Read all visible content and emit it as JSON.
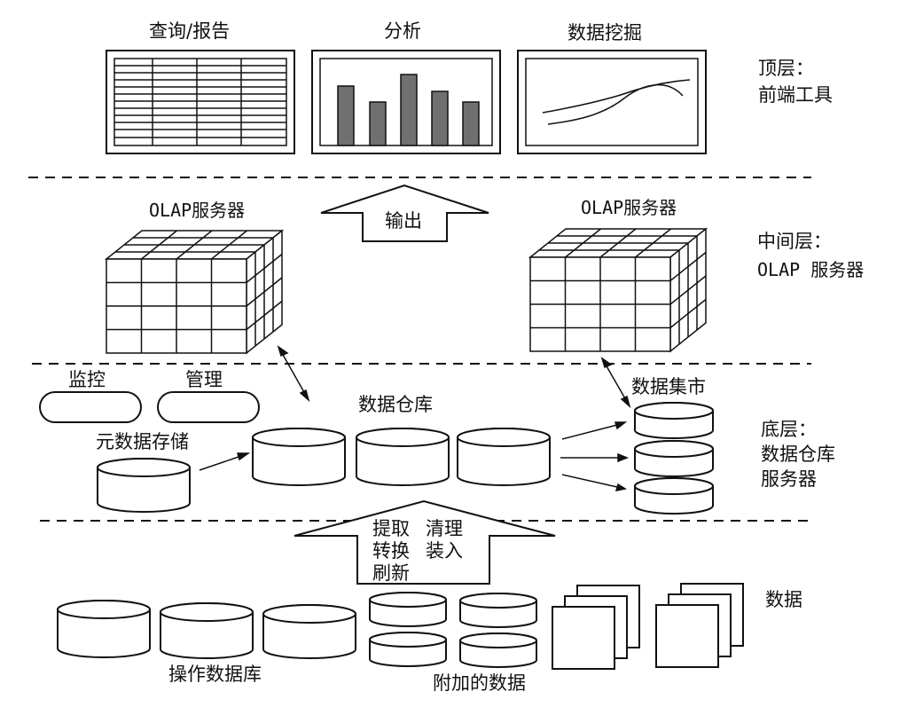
{
  "top_layer": {
    "panels": {
      "query": "查询/报告",
      "analysis": "分析",
      "mining": "数据挖掘"
    },
    "side_label": [
      "顶层：",
      "前端工具"
    ]
  },
  "middle_layer": {
    "olap_left": "OLAP服务器",
    "olap_right": "OLAP服务器",
    "output_arrow": "输出",
    "side_label": [
      "中间层：",
      "OLAP 服务器"
    ]
  },
  "bottom_layer": {
    "monitor": "监控",
    "manage": "管理",
    "metadata": "元数据存储",
    "warehouse": "数据仓库",
    "datamart": "数据集市",
    "side_label": [
      "底层：",
      "数据仓库",
      "服务器"
    ]
  },
  "etl_arrow": [
    "提取",
    "清理",
    "转换",
    "装入",
    "刷新"
  ],
  "sources": {
    "operational_db": "操作数据库",
    "additional_data": "附加的数据",
    "side_label": "数据"
  },
  "colors": {
    "line": "#111111",
    "bar": "#707070",
    "background": "#ffffff"
  }
}
